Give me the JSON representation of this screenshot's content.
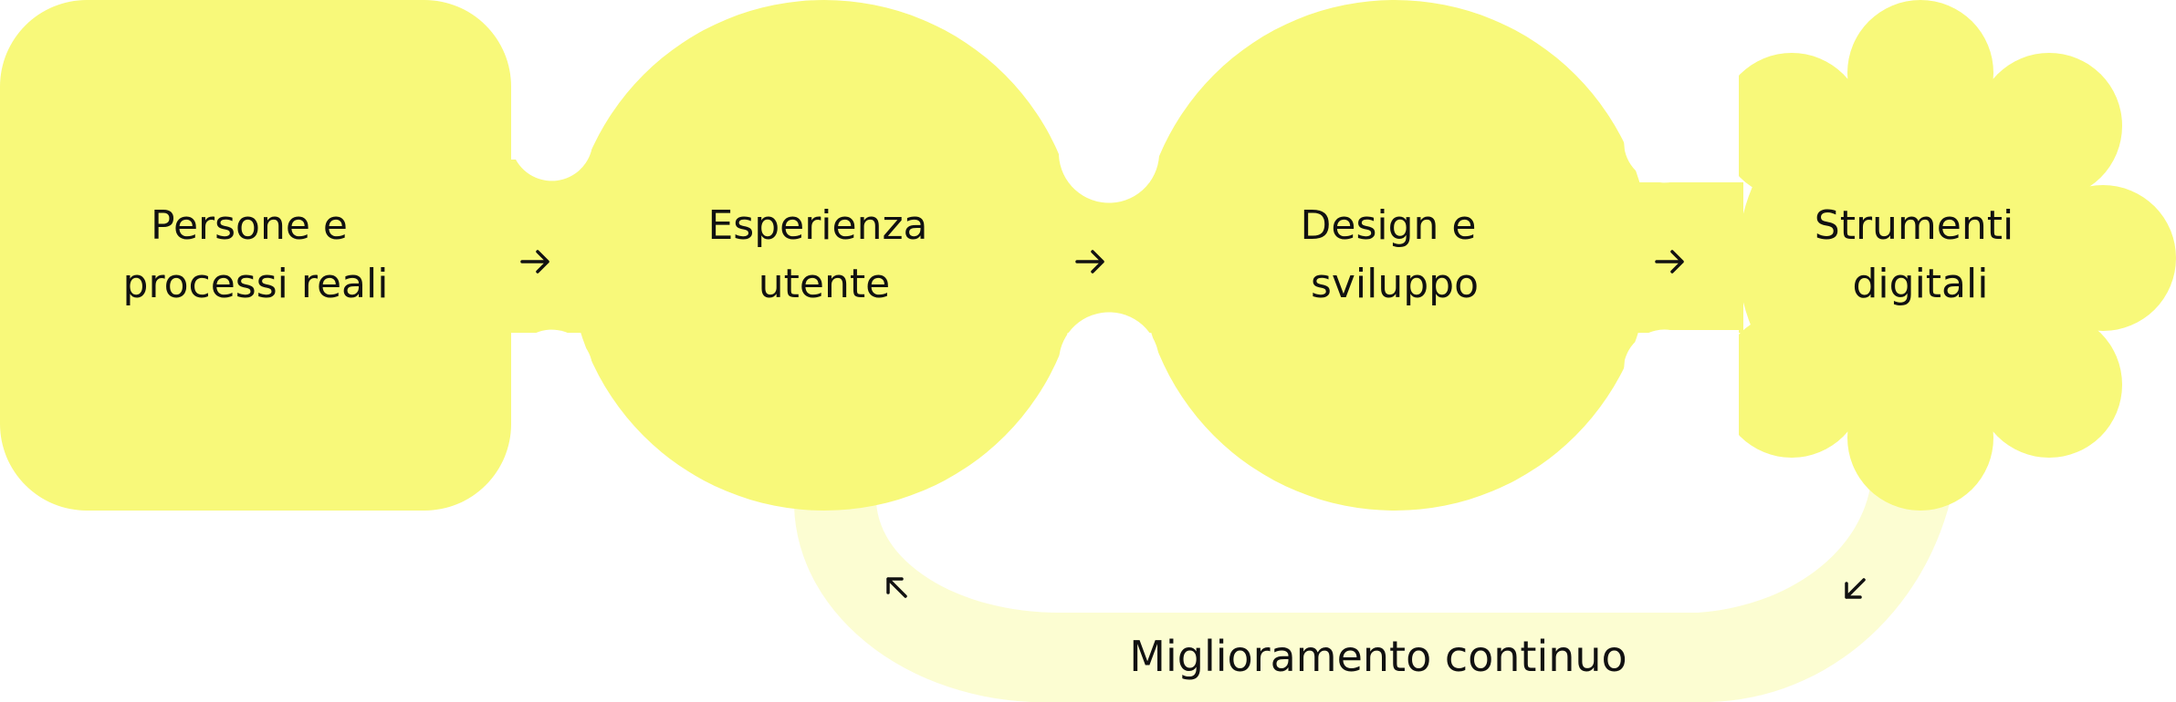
{
  "diagram": {
    "colors": {
      "shape_fill": "#F8F97A",
      "loop_fill": "#FCFDD2",
      "text": "#111111",
      "background": "#FFFFFF"
    },
    "nodes": [
      {
        "id": "persone",
        "shape": "rounded-square",
        "lines": [
          "Persone e",
          "processi reali"
        ]
      },
      {
        "id": "esperienza",
        "shape": "circle",
        "lines": [
          "Esperienza",
          "utente"
        ]
      },
      {
        "id": "design",
        "shape": "circle",
        "lines": [
          "Design e",
          "sviluppo"
        ]
      },
      {
        "id": "strumenti",
        "shape": "flower",
        "lines": [
          "Strumenti",
          "digitali"
        ]
      }
    ],
    "flow_arrows": [
      "right-arrow",
      "right-arrow",
      "right-arrow"
    ],
    "loop": {
      "label": "Miglioramento continuo",
      "from": "strumenti",
      "to": "esperienza"
    }
  }
}
